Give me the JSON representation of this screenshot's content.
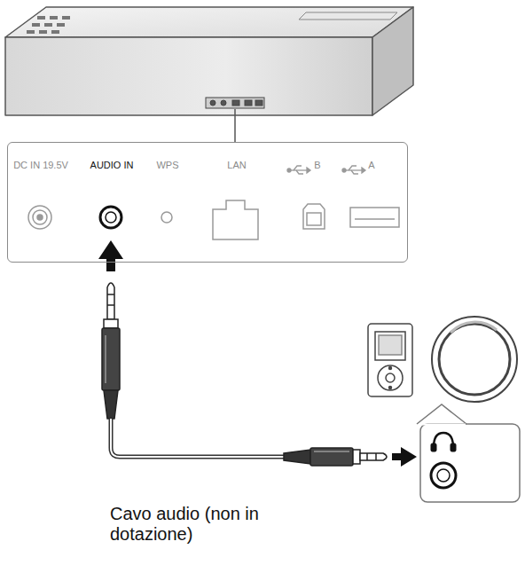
{
  "diagram": {
    "nodes": [
      {
        "text": [
          "DC IN 19.5V",
          "AUDIO IN",
          "WPS",
          "LAN",
          "B",
          "A"
        ]
      }
    ],
    "labels": [
      "Cavo audio (non in dotazione)"
    ]
  }
}
